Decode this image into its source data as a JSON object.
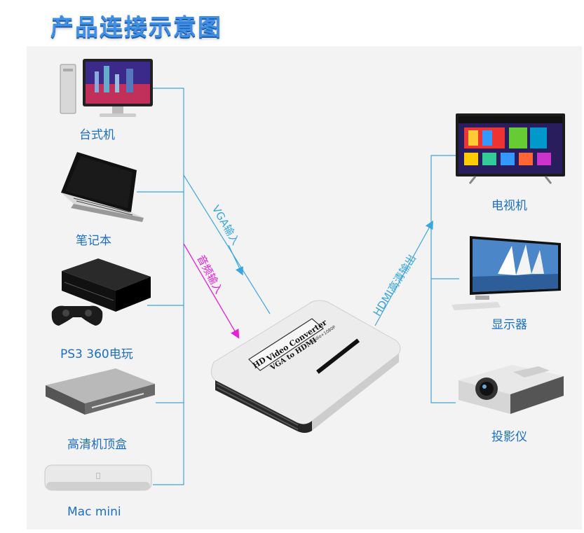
{
  "page": {
    "title": "产品连接示意图"
  },
  "inputs": [
    {
      "label": "台式机",
      "icon": "desktop-computer-icon"
    },
    {
      "label": "笔记本",
      "icon": "laptop-icon"
    },
    {
      "label": "PS3 360电玩",
      "icon": "game-console-icon"
    },
    {
      "label": "高清机顶盒",
      "icon": "set-top-box-icon"
    },
    {
      "label": "Mac  mini",
      "icon": "mac-mini-icon"
    }
  ],
  "outputs": [
    {
      "label": "电视机",
      "icon": "tv-icon"
    },
    {
      "label": "显示器",
      "icon": "monitor-icon"
    },
    {
      "label": "投影仪",
      "icon": "projector-icon"
    }
  ],
  "connections": {
    "vga_in": "VGA输入",
    "audio_in": "音频输入",
    "hdmi_out": "HDMI高清输出"
  },
  "converter": {
    "brand": "HD",
    "name": "Video Converter",
    "model": "VGA to HDMI",
    "subtext": "Audio+1080P"
  },
  "colors": {
    "wire": "#3aa6dd",
    "audio": "#e620d8",
    "label": "#1a6fc4",
    "title": "#3f8fe6"
  }
}
